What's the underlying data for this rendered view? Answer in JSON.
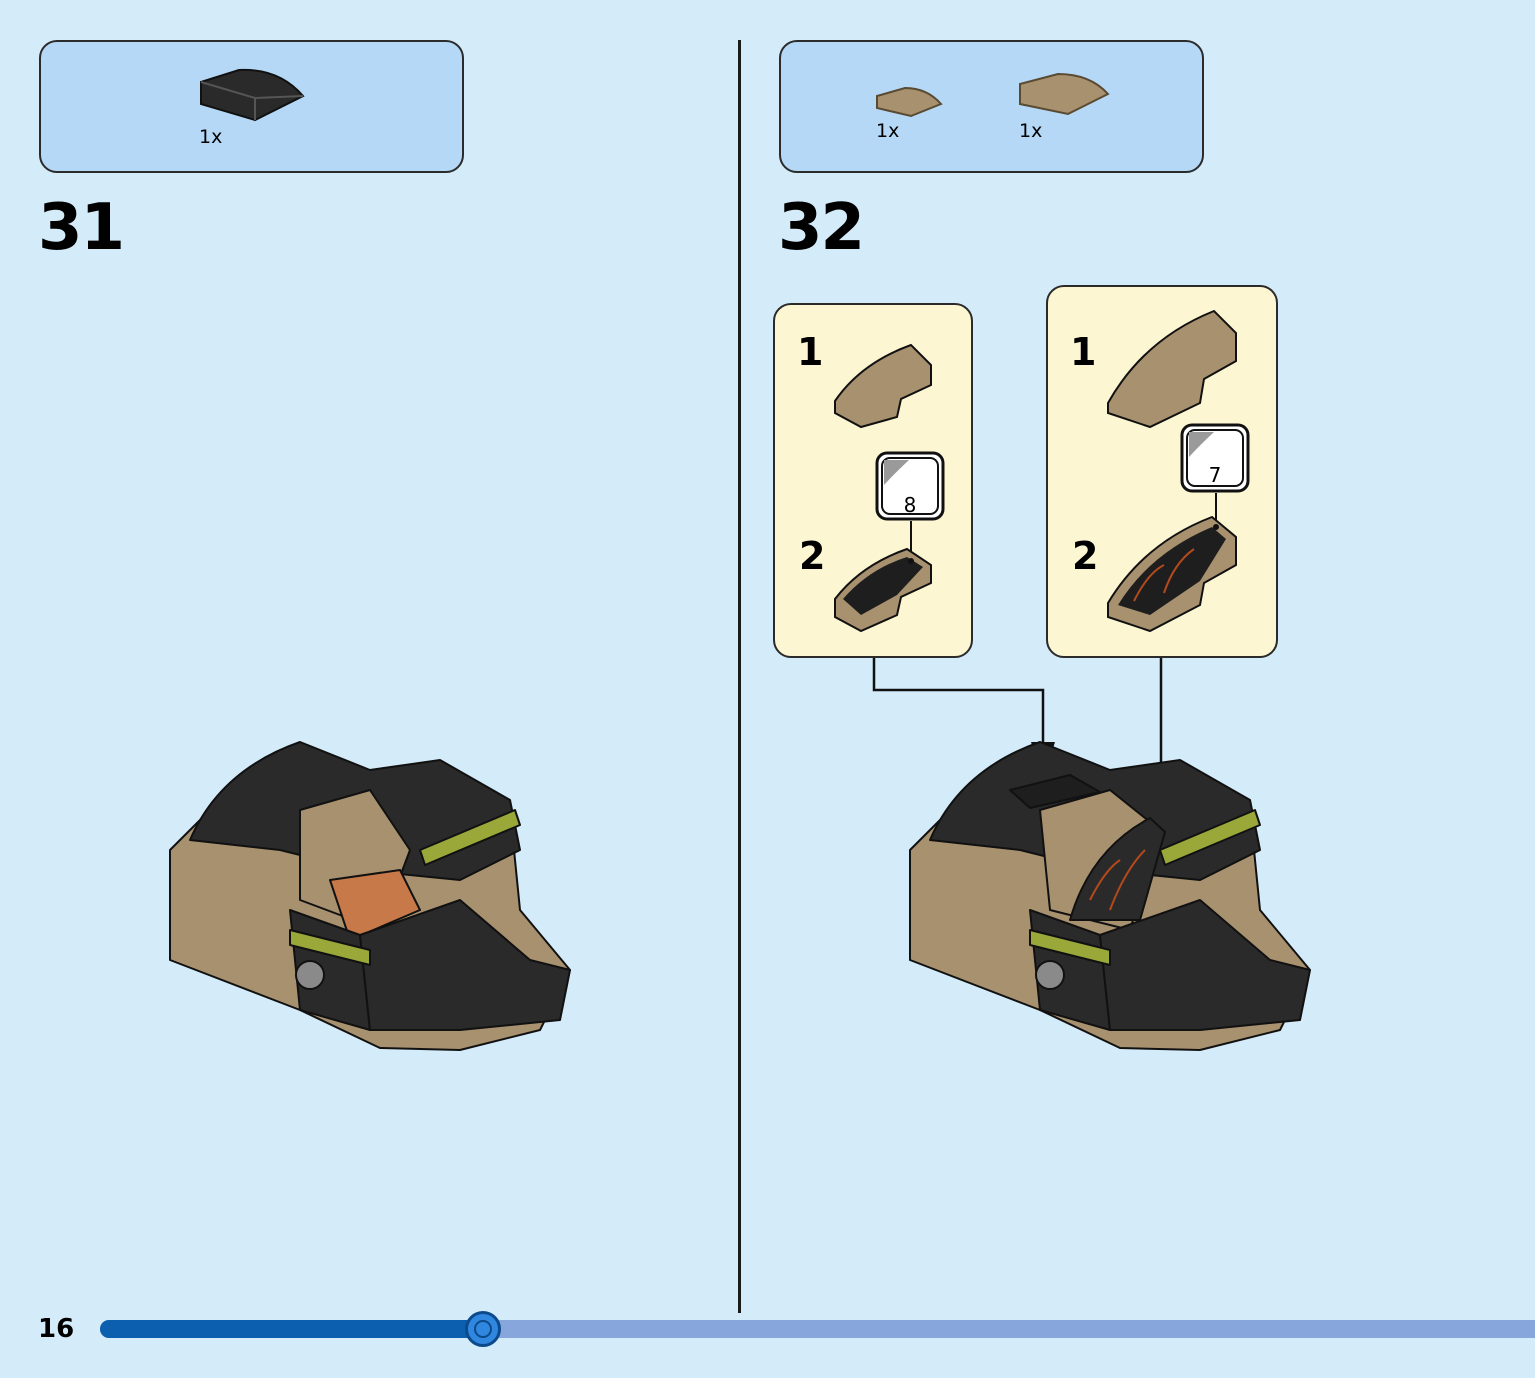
{
  "page": {
    "number": "16",
    "progress_percent": 26.7
  },
  "steps": [
    {
      "number": "31",
      "parts": [
        {
          "qty": "1x",
          "color": "#2a2a2a"
        }
      ]
    },
    {
      "number": "32",
      "parts": [
        {
          "qty": "1x",
          "color": "#a8916f"
        },
        {
          "qty": "1x",
          "color": "#a8916f"
        }
      ],
      "callouts": [
        {
          "sub_steps": [
            "1",
            "2"
          ],
          "sticker": "8"
        },
        {
          "sub_steps": [
            "1",
            "2"
          ],
          "sticker": "7"
        }
      ]
    }
  ],
  "colors": {
    "dark_tan": "#a8916f",
    "black": "#2a2a2a",
    "lime": "#9aa83a",
    "orange": "#c8794a"
  }
}
